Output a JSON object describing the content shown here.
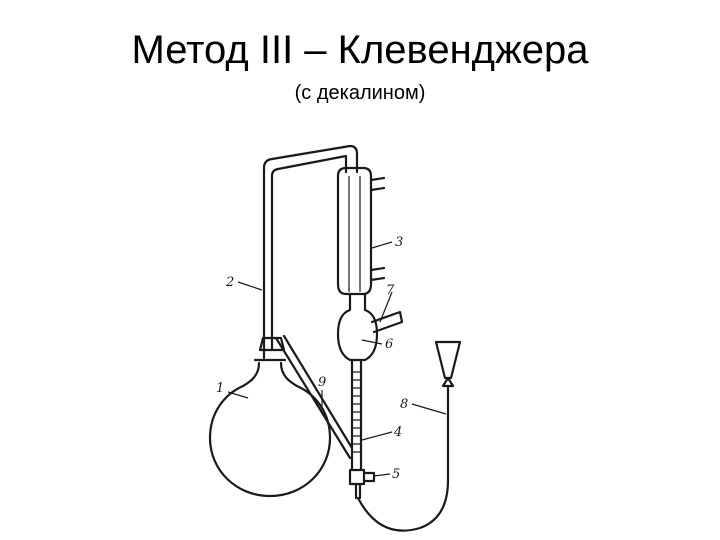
{
  "slide": {
    "title": "Метод III – Клевенджера",
    "subtitle": "(с декалином)"
  },
  "diagram": {
    "labels": [
      "1",
      "2",
      "3",
      "7",
      "6",
      "9",
      "4",
      "8",
      "5"
    ]
  }
}
